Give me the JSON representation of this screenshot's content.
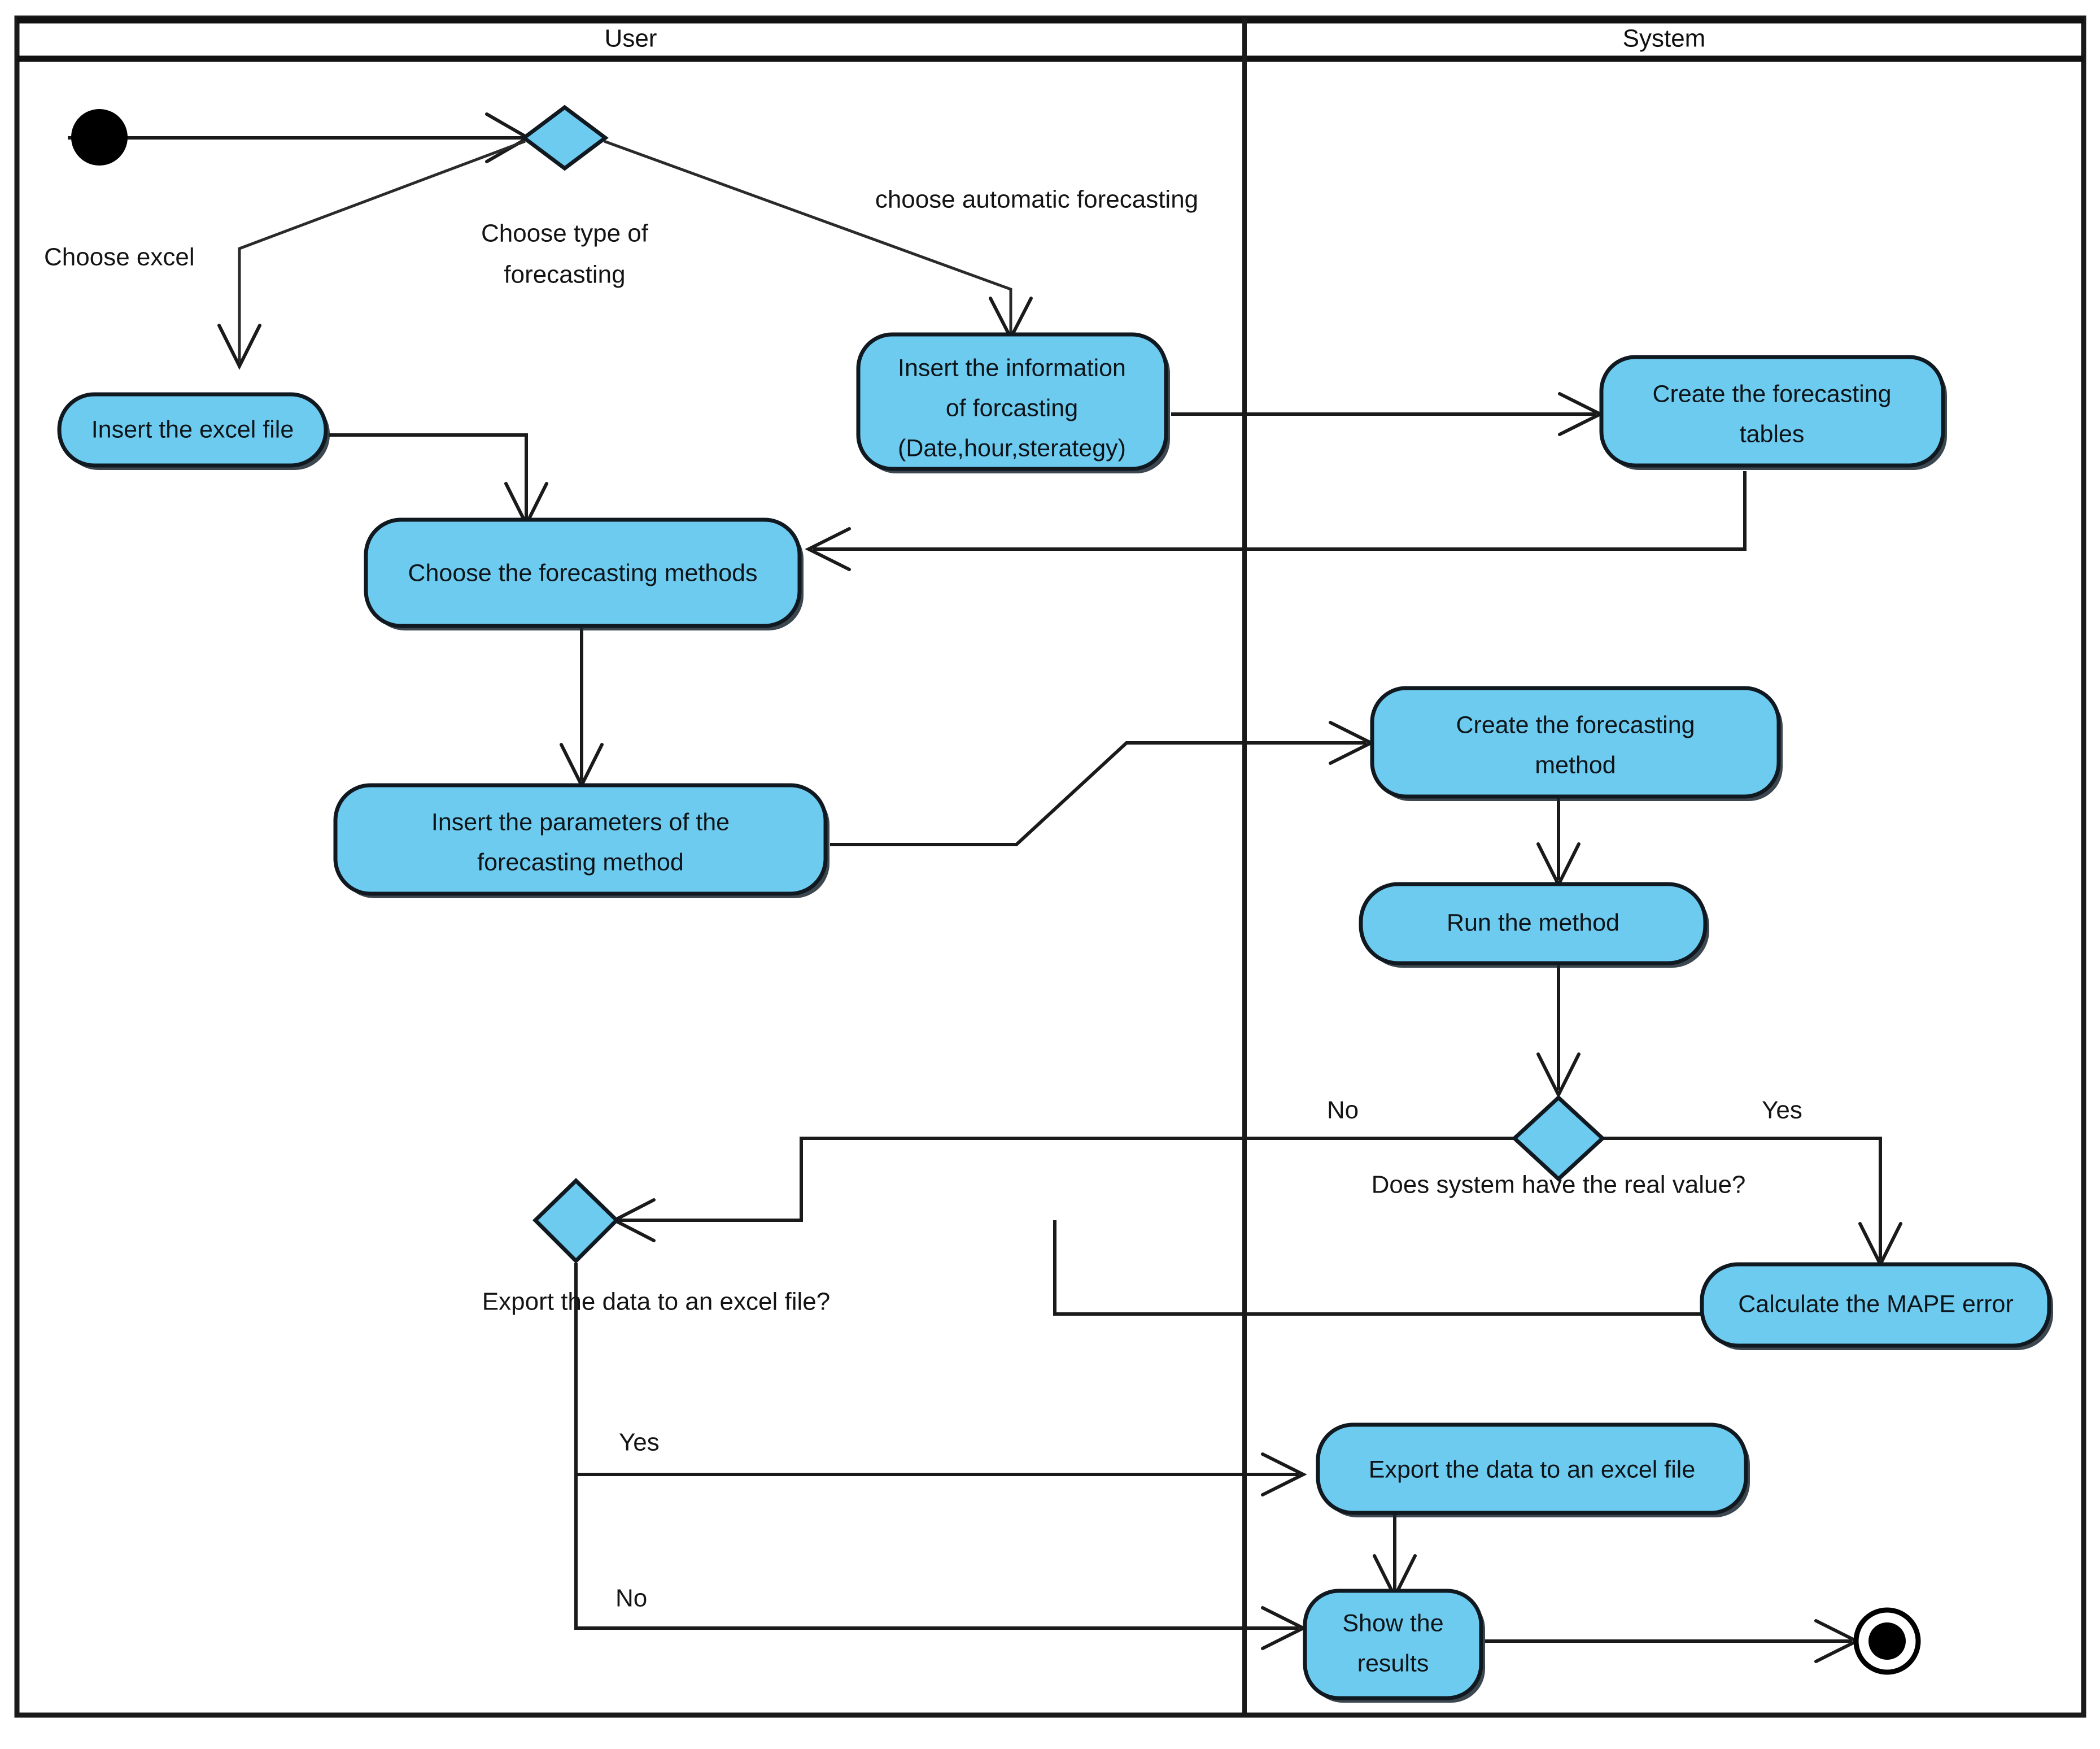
{
  "diagram": {
    "type": "uml-activity-diagram",
    "title": "Forecasting activity diagram",
    "colors": {
      "node_fill": "#6ECBF0",
      "node_stroke": "#101820",
      "line": "#1a1a1a",
      "background": "#ffffff",
      "text": "#0d1418"
    }
  },
  "lanes": [
    {
      "id": "user",
      "label": "User"
    },
    {
      "id": "system",
      "label": "System"
    }
  ],
  "nodes": {
    "start": {
      "kind": "initial-node",
      "label": ""
    },
    "decision_type": {
      "kind": "decision",
      "label": "Choose type of forecasting"
    },
    "insert_excel": {
      "kind": "activity",
      "lines": [
        "Insert the excel file"
      ]
    },
    "insert_info": {
      "kind": "activity",
      "lines": [
        "Insert the information",
        "of forcasting",
        "(Date,hour,sterategy)"
      ]
    },
    "create_tables": {
      "kind": "activity",
      "lines": [
        "Create the forecasting",
        "tables"
      ]
    },
    "choose_methods": {
      "kind": "activity",
      "lines": [
        "Choose the forecasting methods"
      ]
    },
    "insert_params": {
      "kind": "activity",
      "lines": [
        "Insert the parameters of the",
        "forecasting method"
      ]
    },
    "create_method": {
      "kind": "activity",
      "lines": [
        "Create the forecasting",
        "method"
      ]
    },
    "run_method": {
      "kind": "activity",
      "lines": [
        "Run the method"
      ]
    },
    "decision_real": {
      "kind": "decision",
      "label": "Does system have the real value?"
    },
    "calc_mape": {
      "kind": "activity",
      "lines": [
        "Calculate the MAPE error"
      ]
    },
    "decision_export": {
      "kind": "decision",
      "label": "Export the data to an excel file?"
    },
    "export_excel": {
      "kind": "activity",
      "lines": [
        "Export the data to an excel file"
      ]
    },
    "show_results": {
      "kind": "activity",
      "lines": [
        "Show the",
        "results"
      ]
    },
    "end": {
      "kind": "final-node",
      "label": ""
    }
  },
  "edge_labels": {
    "choose_excel": "Choose excel",
    "choose_type": "Choose type of",
    "choose_type_2": "forecasting",
    "choose_automatic": "choose automatic forecasting",
    "real_no": "No",
    "real_yes": "Yes",
    "real_question": "Does system have the real value?",
    "export_question": "Export the data to an excel file?",
    "export_yes": "Yes",
    "export_no": "No"
  },
  "node_text": {
    "insert_excel_l1": "Insert the excel file",
    "insert_info_l1": "Insert the information",
    "insert_info_l2": "of forcasting",
    "insert_info_l3": "(Date,hour,sterategy)",
    "create_tables_l1": "Create the forecasting",
    "create_tables_l2": "tables",
    "choose_methods_l1": "Choose the forecasting methods",
    "insert_params_l1": "Insert the parameters of the",
    "insert_params_l2": "forecasting method",
    "create_method_l1": "Create the forecasting",
    "create_method_l2": "method",
    "run_method_l1": "Run the method",
    "calc_mape_l1": "Calculate the MAPE error",
    "export_excel_l1": "Export the data to an excel file",
    "show_results_l1": "Show the",
    "show_results_l2": "results"
  }
}
